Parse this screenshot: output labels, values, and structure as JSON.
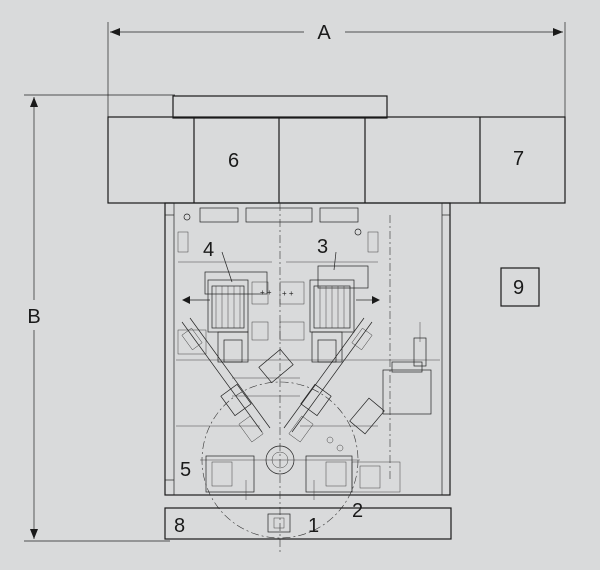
{
  "dimensions": {
    "width_label": "A",
    "height_label": "B"
  },
  "callouts": [
    {
      "id": "1",
      "text": "1"
    },
    {
      "id": "2",
      "text": "2"
    },
    {
      "id": "3",
      "text": "3"
    },
    {
      "id": "4",
      "text": "4"
    },
    {
      "id": "5",
      "text": "5"
    },
    {
      "id": "6",
      "text": "6"
    },
    {
      "id": "7",
      "text": "7"
    },
    {
      "id": "8",
      "text": "8"
    },
    {
      "id": "9",
      "text": "9"
    }
  ],
  "colors": {
    "background": "#d9dadb",
    "line": "#1a1a1a"
  }
}
